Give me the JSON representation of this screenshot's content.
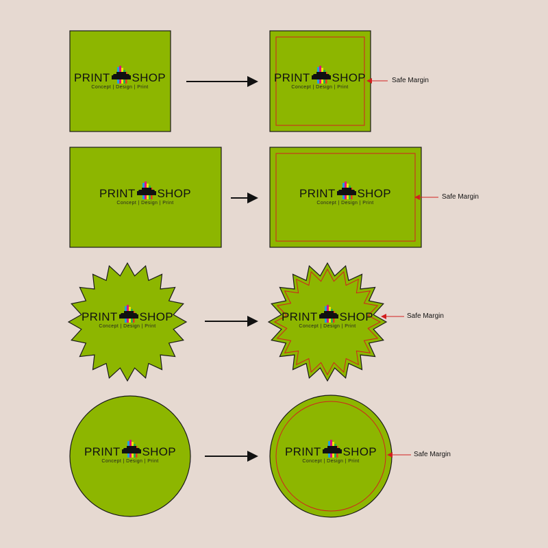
{
  "logo": {
    "left_word": "PRINT",
    "right_word": "SHOP",
    "tagline": "Concept | Design | Print",
    "stripe_colors": [
      "#1fa0e0",
      "#e0147a",
      "#f2e600",
      "#2db34a",
      "#e63a1f"
    ]
  },
  "annotation": {
    "safe_margin_label": "Safe Margin"
  },
  "colors": {
    "background": "#e6d9d1",
    "shape_fill": "#8db600",
    "outline": "#1a1a1a",
    "safe_margin": "#d21f1f"
  },
  "rows": [
    {
      "shape": "square"
    },
    {
      "shape": "rectangle"
    },
    {
      "shape": "starburst"
    },
    {
      "shape": "circle"
    }
  ]
}
